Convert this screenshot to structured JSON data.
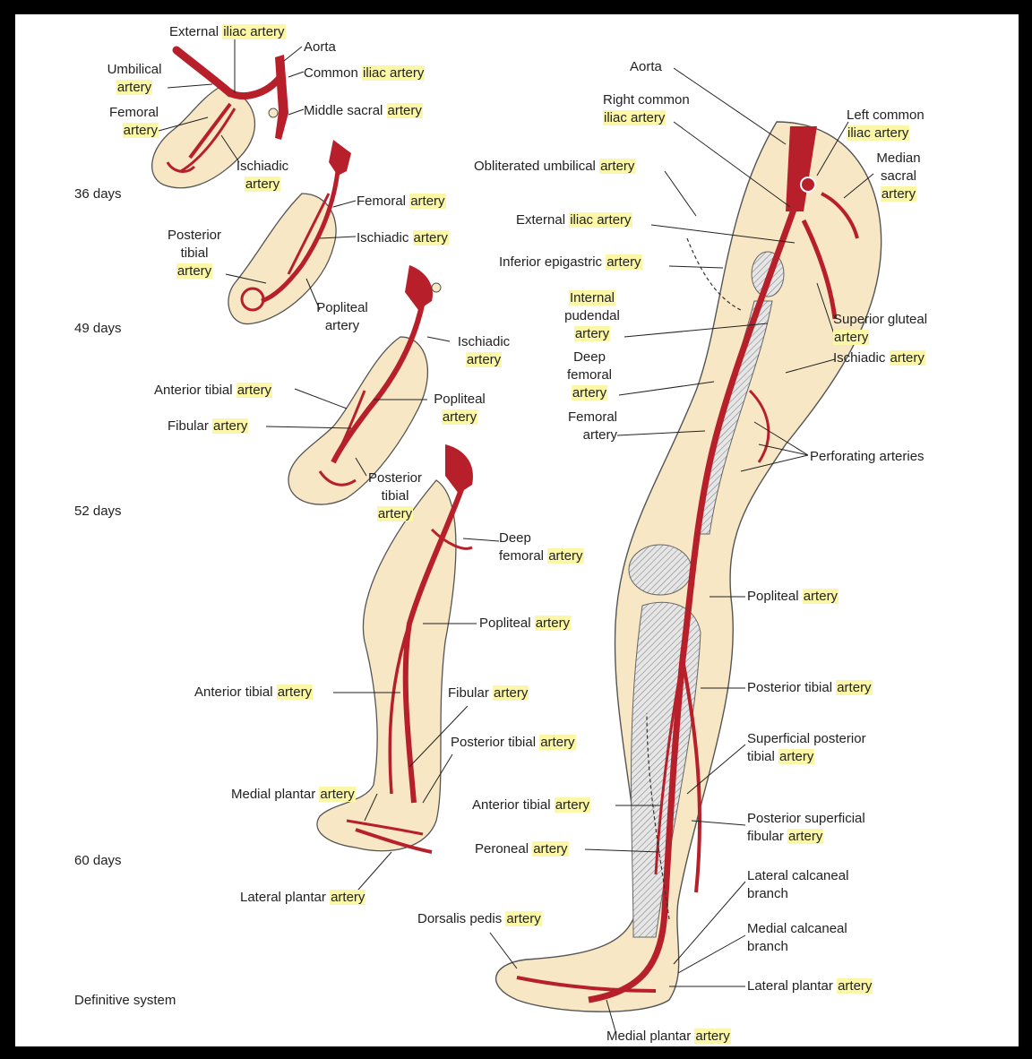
{
  "colors": {
    "artery": "#b7202a",
    "limb": "#f7e7c4",
    "outline": "#555555",
    "highlight": "#fbf7a6",
    "bone": "#d9d9d9"
  },
  "stages": {
    "d36": "36 days",
    "d49": "49 days",
    "d52": "52 days",
    "d60": "60 days",
    "definitive": "Definitive system"
  },
  "labels": {
    "s36_external_iliac": [
      "External ",
      "iliac artery"
    ],
    "s36_aorta": "Aorta",
    "s36_umbilical": [
      "Umbilical",
      "artery"
    ],
    "s36_common_iliac": [
      "Common ",
      "iliac artery"
    ],
    "s36_femoral": [
      "Femoral",
      "artery"
    ],
    "s36_middle_sacral": [
      "Middle sacral ",
      "artery"
    ],
    "s36_ischiadic": [
      "Ischiadic",
      "artery"
    ],
    "s49_femoral": [
      "Femoral ",
      "artery"
    ],
    "s49_ischiadic": [
      "Ischiadic ",
      "artery"
    ],
    "s49_posterior_tibial": [
      "Posterior",
      "tibial",
      "artery"
    ],
    "s49_popliteal": [
      "Popliteal",
      "artery"
    ],
    "s52_ischiadic": [
      "Ischiadic",
      "artery"
    ],
    "s52_anterior_tibial": [
      "Anterior tibial ",
      "artery"
    ],
    "s52_popliteal": [
      "Popliteal",
      "artery"
    ],
    "s52_fibular": [
      "Fibular ",
      "artery"
    ],
    "s52_posterior_tibial": [
      "Posterior",
      "tibial",
      "artery"
    ],
    "s60_deep_femoral": [
      "Deep",
      "femoral ",
      "artery"
    ],
    "s60_popliteal": [
      "Popliteal ",
      "artery"
    ],
    "s60_anterior_tibial": [
      "Anterior tibial ",
      "artery"
    ],
    "s60_fibular": [
      "Fibular ",
      "artery"
    ],
    "s60_posterior_tibial": [
      "Posterior tibial ",
      "artery"
    ],
    "s60_medial_plantar": [
      "Medial plantar ",
      "artery"
    ],
    "s60_lateral_plantar": [
      "Lateral plantar ",
      "artery"
    ],
    "d_aorta": "Aorta",
    "d_right_common_iliac": [
      "Right common",
      "iliac artery"
    ],
    "d_left_common_iliac": [
      "Left common",
      "iliac artery"
    ],
    "d_obliterated_umbilical": [
      "Obliterated umbilical ",
      "artery"
    ],
    "d_median_sacral": [
      "Median",
      "sacral",
      "artery"
    ],
    "d_external_iliac": [
      "External ",
      "iliac artery"
    ],
    "d_inferior_epigastric": [
      "Inferior epigastric ",
      "artery"
    ],
    "d_internal_pudendal": [
      "Internal",
      "pudendal",
      "artery"
    ],
    "d_superior_gluteal": [
      "Superior gluteal",
      "artery"
    ],
    "d_deep_femoral": [
      "Deep",
      "femoral",
      "artery"
    ],
    "d_ischiadic": [
      "Ischiadic ",
      "artery"
    ],
    "d_femoral": [
      "Femoral",
      "artery"
    ],
    "d_perforating": "Perforating arteries",
    "d_popliteal": [
      "Popliteal ",
      "artery"
    ],
    "d_posterior_tibial": [
      "Posterior tibial ",
      "artery"
    ],
    "d_superficial_posterior_tibial": [
      "Superficial posterior",
      "tibial ",
      "artery"
    ],
    "d_anterior_tibial": [
      "Anterior tibial ",
      "artery"
    ],
    "d_posterior_superficial_fibular": [
      "Posterior superficial",
      "fibular ",
      "artery"
    ],
    "d_peroneal": [
      "Peroneal ",
      "artery"
    ],
    "d_lateral_calcaneal": [
      "Lateral calcaneal",
      "branch"
    ],
    "d_medial_calcaneal": [
      "Medial calcaneal",
      "branch"
    ],
    "d_dorsalis_pedis": [
      "Dorsalis pedis ",
      "artery"
    ],
    "d_lateral_plantar": [
      "Lateral plantar ",
      "artery"
    ],
    "d_medial_plantar": [
      "Medial plantar ",
      "artery"
    ]
  }
}
